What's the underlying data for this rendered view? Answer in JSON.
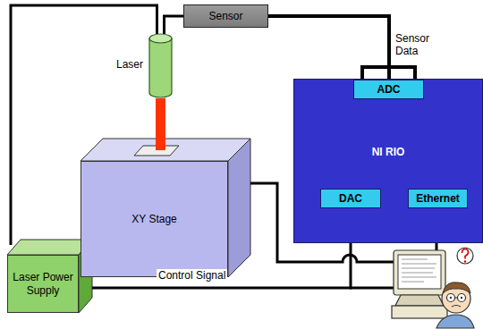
{
  "diagram": {
    "nodes": [
      {
        "text": [
          "Sensor"
        ]
      },
      {
        "text": [
          "Laser"
        ]
      },
      {
        "text": [
          "XY Stage"
        ]
      },
      {
        "text": [
          "NI RIO"
        ]
      },
      {
        "text": [
          "ADC"
        ],
        "in": 3
      },
      {
        "text": [
          "DAC"
        ],
        "in": 3
      },
      {
        "text": [
          "Ethernet"
        ],
        "in": 3
      },
      {
        "text": [
          "Laser Power Supply"
        ]
      }
    ],
    "edges": [
      {
        "from": 0,
        "to": 4,
        "arrow": "none"
      },
      {
        "from": 1,
        "to": 0,
        "arrow": "none"
      },
      {
        "from": 7,
        "to": 1,
        "arrow": "none"
      },
      {
        "from": 5,
        "to": 7,
        "arrow": "none"
      }
    ],
    "labels": [
      "Sensor Data",
      "Control Signal"
    ]
  }
}
